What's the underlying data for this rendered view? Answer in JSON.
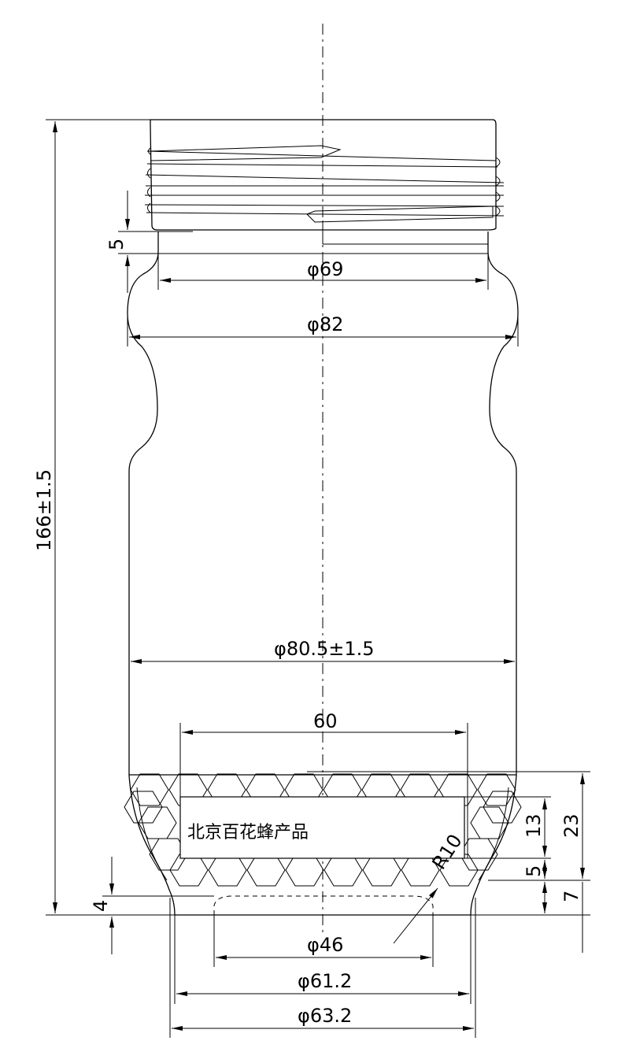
{
  "dimensions": {
    "thread_height": "5",
    "neck_diameter": "φ69",
    "shoulder_diameter": "φ82",
    "total_height": "166±1.5",
    "body_diameter": "φ80.5±1.5",
    "label_width": "60",
    "label_text": "北京百花蜂产品",
    "label_height": "13",
    "band_height": "23",
    "label_bottom_gap": "5",
    "base_height": "7",
    "foot_height": "4",
    "radius": "R10",
    "base_inner_diameter": "φ46",
    "base_mid_diameter": "φ61.2",
    "base_outer_diameter": "φ63.2"
  }
}
